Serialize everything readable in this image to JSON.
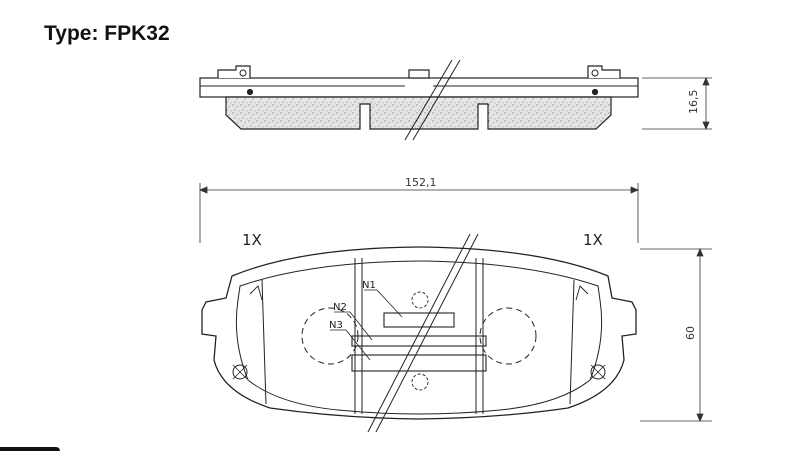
{
  "header": {
    "title": "Type: FPK32"
  },
  "dimensions": {
    "width": "152,1",
    "thickness": "16,5",
    "height": "60"
  },
  "annotations": {
    "left_qty": "1X",
    "right_qty": "1X",
    "n1": "N1",
    "n2": "N2",
    "n3": "N3"
  },
  "colors": {
    "line": "#222222",
    "friction_fill": "#d9d9d9"
  }
}
